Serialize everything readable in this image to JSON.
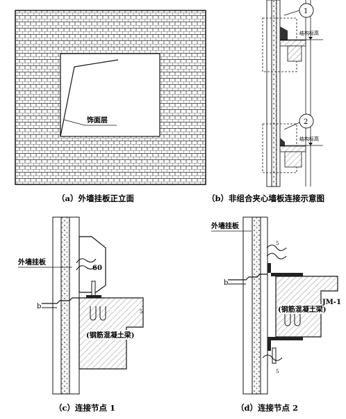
{
  "captions": {
    "a": "（a）外墙挂板正立面",
    "b": "（b）非组合夹心墙板连接示意图",
    "c": "（c）连接节点 1",
    "d": "（d）连接节点 2"
  },
  "panel_a": {
    "finish_label": "饰面层"
  },
  "panel_b": {
    "marker_1": "1",
    "marker_2": "2",
    "elev_label_1": "结构标高",
    "elev_label_2": "结构标高"
  },
  "panel_c": {
    "wall_panel_label": "外墙挂板",
    "beam_label": "(钢筋混凝土梁)",
    "dim_60": "60",
    "dim_b": "b",
    "dim_5": "5"
  },
  "panel_d": {
    "wall_panel_label": "外墙挂板",
    "beam_label": "(钢筋混凝土梁)",
    "jm_label": "JM-1",
    "dim_b": "b",
    "dim_5_top": "5",
    "dim_5_bottom": "5"
  }
}
